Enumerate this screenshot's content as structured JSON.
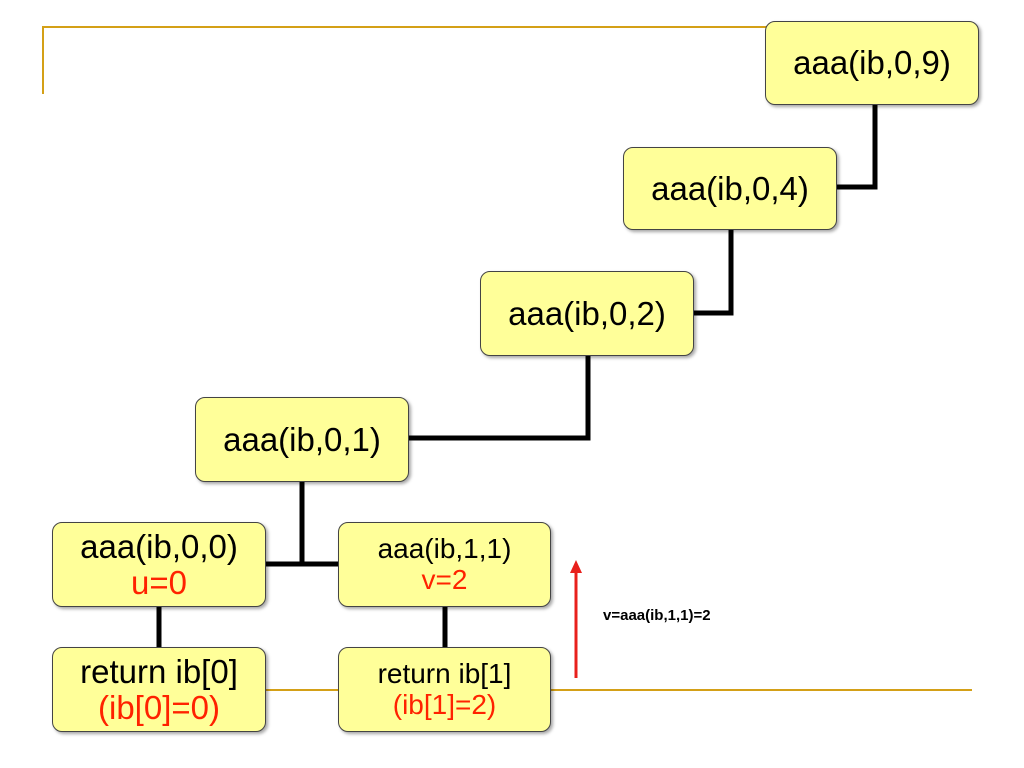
{
  "colors": {
    "node_fill": "#ffff99",
    "node_border": "#444444",
    "link": "#000000",
    "result_text": "#ff2200",
    "arrow": "#e8201c",
    "rule": "#d4a017"
  },
  "nodes": {
    "call_0_9": {
      "label": "aaa(ib,0,9)"
    },
    "call_0_4": {
      "label": "aaa(ib,0,4)"
    },
    "call_0_2": {
      "label": "aaa(ib,0,2)"
    },
    "call_0_1": {
      "label": "aaa(ib,0,1)"
    },
    "call_0_0": {
      "label": "aaa(ib,0,0)",
      "result": "u=0"
    },
    "call_1_1": {
      "label": "aaa(ib,1,1)",
      "result": "v=2"
    },
    "return_0": {
      "label": "return ib[0]",
      "result": "(ib[0]=0)"
    },
    "return_1": {
      "label": "return ib[1]",
      "result": "(ib[1]=2)"
    }
  },
  "annotation": {
    "text": "v=aaa(ib,1,1)=2",
    "arrow_direction": "up"
  }
}
